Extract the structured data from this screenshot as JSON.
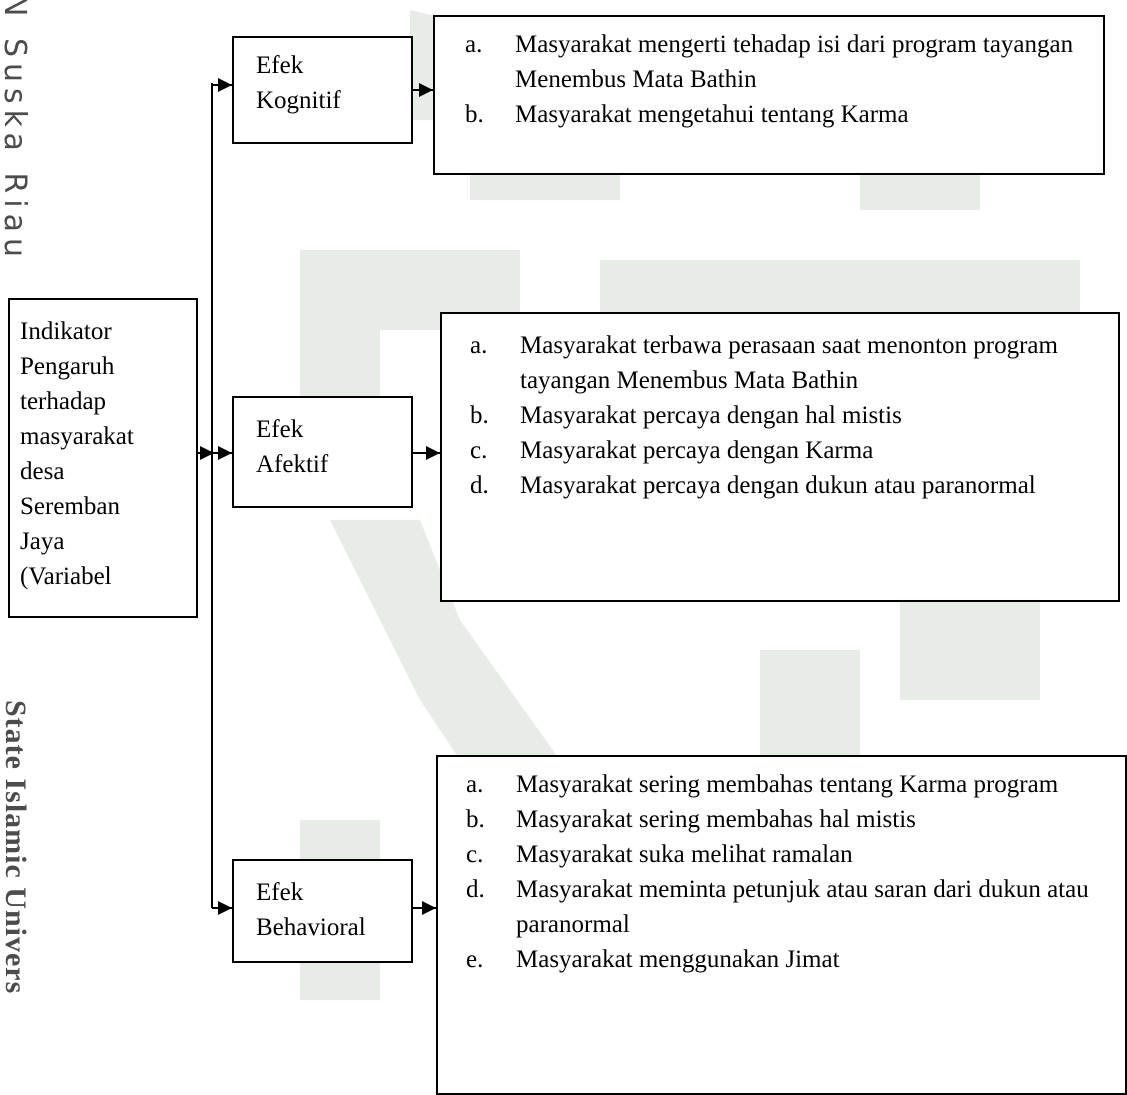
{
  "side_text": {
    "top": "N Suska Riau",
    "bottom": "State Islamic Univers"
  },
  "indicator": {
    "lines": [
      "Indikator",
      "Pengaruh",
      "terhadap",
      "masyarakat",
      "desa",
      "Seremban",
      "Jaya",
      "(Variabel"
    ]
  },
  "effects": [
    {
      "label_lines": [
        "Efek",
        "Kognitif"
      ],
      "items": [
        {
          "marker": "a.",
          "text": "Masyarakat mengerti tehadap isi dari program tayangan Menembus  Mata Bathin"
        },
        {
          "marker": "b.",
          "text": "Masyarakat mengetahui tentang Karma"
        }
      ]
    },
    {
      "label_lines": [
        "Efek",
        "Afektif"
      ],
      "items": [
        {
          "marker": "a.",
          "text": "Masyarakat terbawa perasaan saat menonton program tayangan Menembus Mata Bathin"
        },
        {
          "marker": "b.",
          "text": "Masyarakat percaya dengan hal mistis"
        },
        {
          "marker": "c.",
          "text": "Masyarakat percaya dengan Karma"
        },
        {
          "marker": "d.",
          "text": "Masyarakat percaya dengan dukun atau paranormal"
        }
      ]
    },
    {
      "label_lines": [
        "Efek",
        "Behavioral"
      ],
      "items": [
        {
          "marker": "a.",
          "text": "Masyarakat sering membahas tentang Karma program"
        },
        {
          "marker": "b.",
          "text": "Masyarakat sering membahas hal mistis"
        },
        {
          "marker": "c.",
          "text": "Masyarakat suka melihat ramalan"
        },
        {
          "marker": "d.",
          "text": "Masyarakat meminta petunjuk atau saran dari dukun atau paranormal"
        },
        {
          "marker": "e.",
          "text": "Masyarakat menggunakan Jimat"
        }
      ]
    }
  ]
}
